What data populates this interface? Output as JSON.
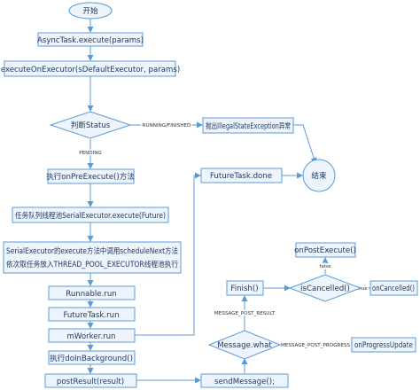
{
  "nodes": {
    "start": "开始",
    "async_execute": "AsyncTask.execute(params)",
    "execute_on_executor": "executeOnExecutor(sDefaultExecutor, params)",
    "status_check": "判断Status",
    "throw_exception": "抛出IllegalStateException异常",
    "end": "结束",
    "on_pre_execute": "执行onPreExecute()方法",
    "enqueue": "任务队列线程池SerialExecutor.execute(Future)",
    "serial_exec_line1": "SerialExecutor的execute方法中调用scheduleNext方法",
    "serial_exec_line2": "依次取任务放入THREAD_POOL_EXECUTOR线程池执行",
    "runnable_run": "Runnable.run",
    "futuretask_run": "FutureTask.run",
    "mworker_run": "mWorker.run",
    "do_in_background": "执行doInBackground()",
    "post_result": "postResult(result)",
    "send_message": "sendMessage();",
    "message_what": "Message.what",
    "on_progress_update": "onProgressUpdate",
    "finish": "Finish()",
    "is_cancelled": "isCancelled()",
    "on_post_execute": "onPostExecute()",
    "on_cancelled": "onCancelled()",
    "futuretask_done": "FutureTask.done"
  },
  "edge_labels": {
    "running_finished": "RUNNING/FINISHED",
    "pending": "PENDING",
    "message_post_result": "MESSAGE_POST_RESULT",
    "message_post_progress": "MESSAGE_POST_PROGRESS",
    "false": "false",
    "true": "true"
  },
  "colors": {
    "node_fill": "#eef4fb",
    "node_stroke": "#5b9bd5",
    "text": "#1f3864",
    "edge": "#5b9bd5"
  }
}
